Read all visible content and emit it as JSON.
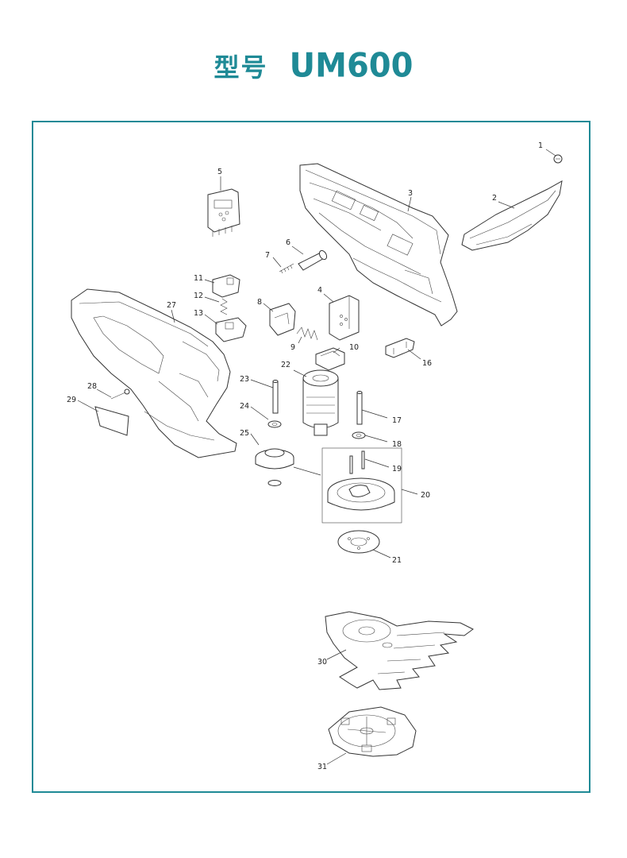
{
  "header": {
    "title_zh": "型号",
    "model": "UM600"
  },
  "colors": {
    "accent": "#1f8a96"
  },
  "part_numbers": [
    "1",
    "2",
    "3",
    "4",
    "5",
    "6",
    "7",
    "8",
    "9",
    "10",
    "11",
    "12",
    "13",
    "16",
    "17",
    "18",
    "19",
    "20",
    "21",
    "22",
    "23",
    "24",
    "25",
    "27",
    "28",
    "29",
    "30",
    "31"
  ]
}
